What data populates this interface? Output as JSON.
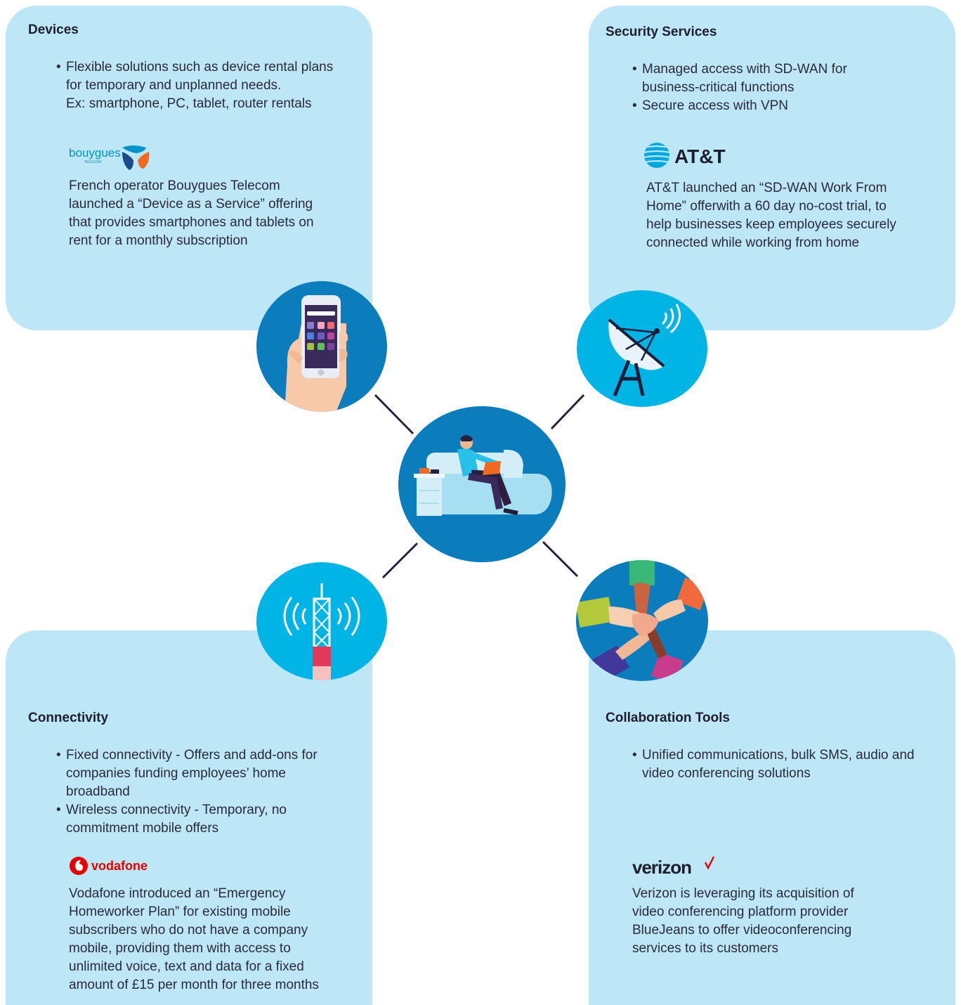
{
  "devices": {
    "title": "Devices",
    "bullets": [
      [
        "Flexible solutions such as device rental plans",
        "for temporary and unplanned needs.",
        "Ex: smartphone, PC, tablet, router rentals"
      ]
    ],
    "logo_text": "bouygues",
    "logo_subtext": "TELECOM",
    "description": [
      "French operator Bouygues Telecom",
      "launched a “Device as a Service” offering",
      "that provides smartphones and tablets on",
      "rent for a monthly subscription"
    ]
  },
  "security": {
    "title": "Security Services",
    "bullets": [
      [
        "Managed access with SD-WAN for",
        "business-critical functions"
      ],
      [
        "Secure access with VPN"
      ]
    ],
    "logo_text": "AT&T",
    "description": [
      "AT&T launched an “SD-WAN Work From",
      "Home” offerwith a 60 day no-cost trial, to",
      "help businesses keep employees securely",
      "connected while working from home"
    ]
  },
  "connectivity": {
    "title": "Connectivity",
    "bullets": [
      [
        "Fixed connectivity - Offers and add-ons for",
        "companies funding employees’ home",
        "broadband"
      ],
      [
        "Wireless connectivity - Temporary, no",
        "commitment mobile offers"
      ]
    ],
    "logo_text": "vodafone",
    "description": [
      "Vodafone introduced an “Emergency",
      "Homeworker Plan” for existing mobile",
      "subscribers who do not have a company",
      "mobile, providing them with access to",
      "unlimited voice, text and data for a fixed",
      "amount of £15 per month for three months"
    ]
  },
  "collab": {
    "title": "Collaboration Tools",
    "bullets": [
      [
        "Unified communications, bulk SMS, audio and",
        "video conferencing solutions"
      ]
    ],
    "logo_text": "verizon",
    "description": [
      "Verizon is leveraging its acquisition of",
      "video conferencing platform provider",
      "BlueJeans to offer videoconferencing",
      "services to its customers"
    ]
  },
  "icons": {
    "center": "person-on-sofa-with-laptop-icon",
    "devices": "hand-holding-smartphone-icon",
    "security": "satellite-dish-icon",
    "connectivity": "cell-tower-icon",
    "collab": "stacked-hands-icon"
  },
  "colors": {
    "panel": "#bde6f6",
    "dark_circle": "#0b7dbd",
    "light_circle": "#00b4e6",
    "connector": "#2a1f3d",
    "vodafone_red": "#e60000"
  }
}
